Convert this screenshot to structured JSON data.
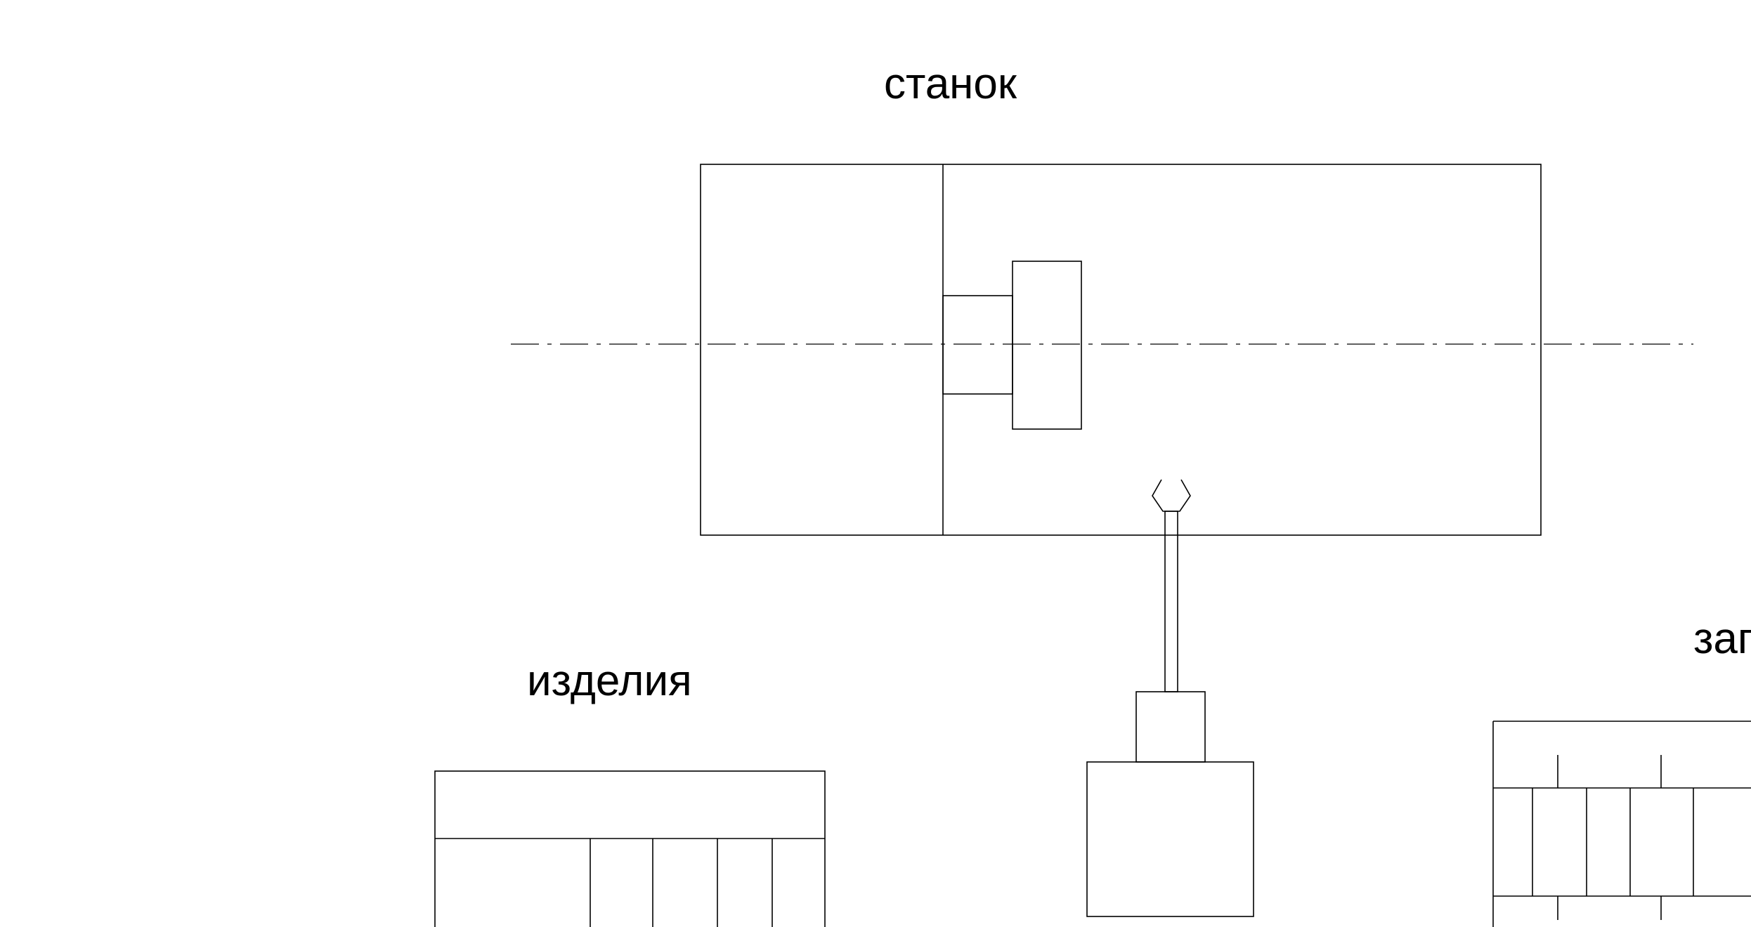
{
  "labels": {
    "machine": "станок",
    "products": "изделия",
    "blanks": "заг"
  },
  "colors": {
    "ink": "#000000",
    "background": "#ffffff"
  }
}
